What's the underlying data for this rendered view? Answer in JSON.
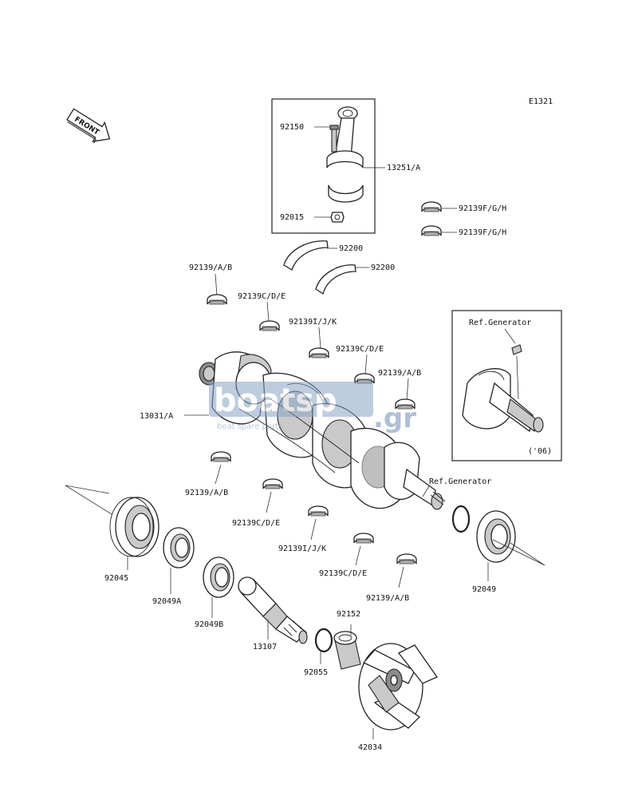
{
  "diagram_code": "E1321",
  "front_label": "FRONT",
  "watermark": {
    "text": "boatsp",
    "suffix": ".gr",
    "tagline": "boat spare parts"
  },
  "colors": {
    "watermark": "#6f8db6",
    "ink": "#111111"
  },
  "labels": {
    "p92150": "92150",
    "p13251": "13251/A",
    "p92015": "92015",
    "p92139fgh_1": "92139F/G/H",
    "p92139fgh_2": "92139F/G/H",
    "p92200_1": "92200",
    "p92200_2": "92200",
    "p92139ab_1": "92139/A/B",
    "p92139cde_1": "92139C/D/E",
    "p92139ijk_1": "92139I/J/K",
    "p92139cde_2": "92139C/D/E",
    "p92139ab_2": "92139/A/B",
    "p13031": "13031/A",
    "ref_gen_box": "Ref.Generator",
    "year_note": "('06)",
    "ref_gen_main": "Ref.Generator",
    "p92139ab_3": "92139/A/B",
    "p92139cde_3": "92139C/D/E",
    "p92139ijk_2": "92139I/J/K",
    "p92139cde_4": "92139C/D/E",
    "p92139ab_4": "92139/A/B",
    "p92045": "92045",
    "p92049a": "92049A",
    "p92049b": "92049B",
    "p13107": "13107",
    "p92152": "92152",
    "p92055": "92055",
    "p92049": "92049",
    "p42034": "42034"
  }
}
